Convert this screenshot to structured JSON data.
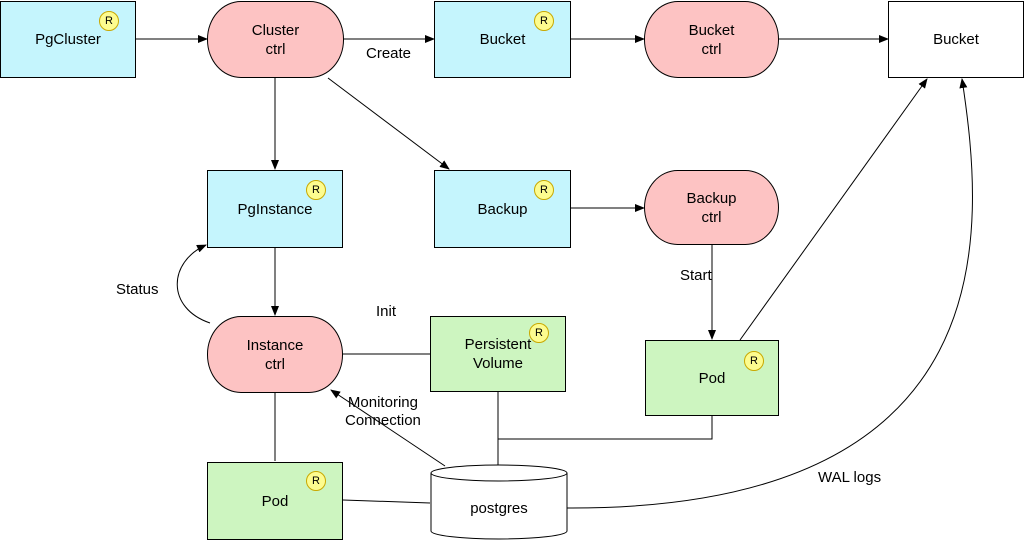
{
  "nodes": {
    "pgcluster": {
      "label": "PgCluster",
      "badge": "R"
    },
    "cluster_ctrl": {
      "label": "Cluster\nctrl"
    },
    "bucket_res": {
      "label": "Bucket",
      "badge": "R"
    },
    "bucket_ctrl": {
      "label": "Bucket\nctrl"
    },
    "bucket_store": {
      "label": "Bucket"
    },
    "pginstance": {
      "label": "PgInstance",
      "badge": "R"
    },
    "backup_res": {
      "label": "Backup",
      "badge": "R"
    },
    "backup_ctrl": {
      "label": "Backup\nctrl"
    },
    "instance_ctrl": {
      "label": "Instance\nctrl"
    },
    "persistent_volume": {
      "label": "Persistent\nVolume",
      "badge": "R"
    },
    "backup_pod": {
      "label": "Pod",
      "badge": "R"
    },
    "db_pod": {
      "label": "Pod",
      "badge": "R"
    },
    "postgres": {
      "label": "postgres"
    }
  },
  "edge_labels": {
    "create": "Create",
    "status": "Status",
    "init": "Init",
    "start": "Start",
    "monitoring": "Monitoring\nConnection",
    "wal": "WAL logs"
  }
}
